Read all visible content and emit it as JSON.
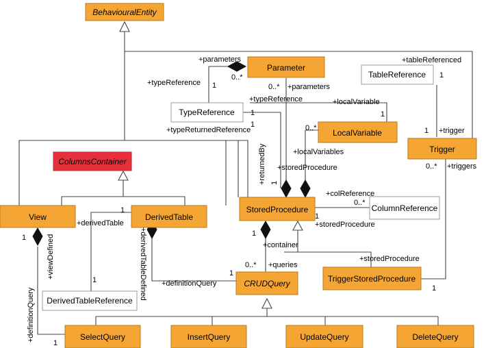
{
  "colors": {
    "entity_fill": "#f5a534",
    "entity_stroke": "#b87a1c",
    "abstract_red_fill": "#e8303c",
    "reference_fill": "#ffffff",
    "reference_stroke": "#8fa09a",
    "line": "#444444"
  },
  "classes": {
    "behavioural_entity": "BehaviouralEntity",
    "parameter": "Parameter",
    "table_reference": "TableReference",
    "type_reference": "TypeReference",
    "local_variable": "LocalVariable",
    "trigger": "Trigger",
    "columns_container": "ColumnsContainer",
    "view": "View",
    "derived_table": "DerivedTable",
    "stored_procedure": "StoredProcedure",
    "column_reference": "ColumnReference",
    "trigger_stored_procedure": "TriggerStoredProcedure",
    "crud_query": "CRUDQuery",
    "derived_table_reference": "DerivedTableReference",
    "select_query": "SelectQuery",
    "insert_query": "InsertQuery",
    "update_query": "UpdateQuery",
    "delete_query": "DeleteQuery"
  },
  "labels": {
    "parameters_role_top": "+parameters",
    "param_mult_0n": "0..*",
    "type_reference_role": "+typeReference",
    "param_tr_mult_1": "1",
    "parameters_role_sp": "+parameters",
    "param_sp_mult_0n": "0..*",
    "table_referenced_role": "+tableReferenced",
    "table_ref_mult_1": "1",
    "type_reference_role_sp": "+typeReference",
    "local_variable_role": "+localVariable",
    "tr_sp_mult_1a": "1",
    "lv_mult_1": "1",
    "type_returned_reference_role": "+typeReturnedReference",
    "tr_sp_mult_1b": "1",
    "lv_mult_0n": "0..*",
    "trigger_mult_1": "1",
    "trigger_role": "+trigger",
    "local_variables_role": "+localVariables",
    "returned_by_role": "+returnedBy",
    "sp_returned_mult_1": "1",
    "stored_procedure_role": "+storedProcedure",
    "trigger_mult_0n": "0..*",
    "triggers_role": "+triggers",
    "col_reference_role": "+colReference",
    "col_ref_mult_0n": "0..*",
    "sp_col_mult_1": "1",
    "stored_procedure_role_col": "+storedProcedure",
    "dt_mult_1": "1",
    "derived_table_role": "+derivedTable",
    "view_mult_1": "1",
    "derived_table_defined_role": "+derivedTableDefined",
    "view_defined_role": "+viewDefined",
    "sp_container_mult_1": "1",
    "container_role": "+container",
    "stored_procedure_role_tsp": "+storedProcedure",
    "queries_role": "+queries",
    "queries_mult_0n": "0..*",
    "crud_dt_mult_1": "1",
    "definition_query_role_dt": "+definitionQuery",
    "dtr_mult_1": "1",
    "tsp_mult_1": "1",
    "definition_query_role_view": "+definitionQuery",
    "select_mult_1": "1"
  }
}
